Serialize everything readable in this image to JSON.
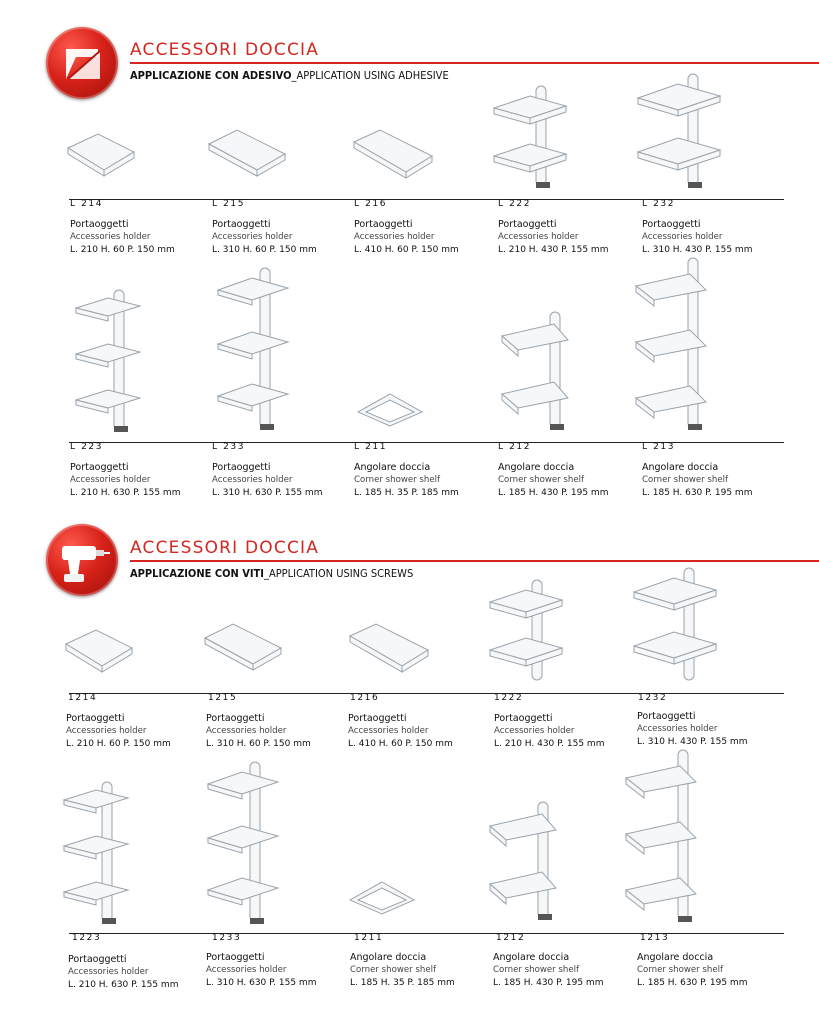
{
  "sections": [
    {
      "title": "ACCESSORI DOCCIA",
      "subtitle_bold": "APPLICAZIONE CON ADESIVO",
      "subtitle_rest": "_APPLICATION USING ADHESIVE",
      "icon": "adhesive-icon",
      "rows": [
        [
          {
            "code": "L 214",
            "it": "Portaoggetti",
            "en": "Accessories holder",
            "dims": "L. 210 H. 60 P. 150 mm",
            "image": "tray-small"
          },
          {
            "code": "L 215",
            "it": "Portaoggetti",
            "en": "Accessories holder",
            "dims": "L. 310 H. 60 P. 150 mm",
            "image": "tray-medium"
          },
          {
            "code": "L 216",
            "it": "Portaoggetti",
            "en": "Accessories holder",
            "dims": "L. 410 H. 60 P. 150 mm",
            "image": "tray-large"
          },
          {
            "code": "L 222",
            "it": "Portaoggetti",
            "en": "Accessories holder",
            "dims": " L. 210 H. 430 P. 155 mm",
            "image": "double-shelf"
          },
          {
            "code": "L 232",
            "it": "Portaoggetti",
            "en": "Accessories holder",
            "dims": "L. 310 H. 430 P. 155 mm",
            "image": "double-shelf-wide"
          }
        ],
        [
          {
            "code": "L 223",
            "it": "Portaoggetti",
            "en": "Accessories holder",
            "dims": "L. 210 H. 630 P. 155 mm",
            "image": "triple-shelf"
          },
          {
            "code": "L 233",
            "it": "Portaoggetti",
            "en": "Accessories holder",
            "dims": " L. 310 H. 630 P. 155 mm",
            "image": "triple-shelf-wide"
          },
          {
            "code": "L 211",
            "it": "Angolare doccia",
            "en": "Corner shower shelf",
            "dims": "L. 185  H. 35  P. 185 mm",
            "image": "corner-single"
          },
          {
            "code": "L 212",
            "it": "Angolare doccia",
            "en": "Corner shower shelf",
            "dims": "L. 185  H. 430  P. 195 mm",
            "image": "corner-double"
          },
          {
            "code": "L 213",
            "it": "Angolare doccia",
            "en": "Corner shower shelf",
            "dims": "L. 185  H. 630  P. 195 mm",
            "image": "corner-triple"
          }
        ]
      ]
    },
    {
      "title": "ACCESSORI DOCCIA",
      "subtitle_bold": "APPLICAZIONE CON VITI",
      "subtitle_rest": "_APPLICATION USING SCREWS",
      "icon": "drill-icon",
      "rows": [
        [
          {
            "code": "1214",
            "it": "Portaoggetti",
            "en": "Accessories holder",
            "dims": "L. 210  H. 60  P. 150 mm",
            "image": "tray-small"
          },
          {
            "code": "1215",
            "it": "Portaoggetti",
            "en": "Accessories holder",
            "dims": "L. 310  H. 60  P. 150 mm",
            "image": "tray-medium"
          },
          {
            "code": "1216",
            "it": "Portaoggetti",
            "en": "Accessories holder",
            "dims": "L. 410  H. 60  P. 150 mm",
            "image": "tray-large"
          },
          {
            "code": "1222",
            "it": "Portaoggetti",
            "en": "Accessories holder",
            "dims": "L. 210  H. 430  P. 155 mm",
            "image": "double-shelf"
          },
          {
            "code": "1232",
            "it": "Portaoggetti",
            "en": "Accessories holder",
            "dims": "L. 310  H. 430  P. 155 mm",
            "image": "double-shelf-wide"
          }
        ],
        [
          {
            "code": "1223",
            "it": "Portaoggetti",
            "en": "Accessories holder",
            "dims": "L. 210  H. 630  P. 155 mm",
            "image": "triple-shelf"
          },
          {
            "code": "1233",
            "it": "Portaoggetti",
            "en": "Accessories holder",
            "dims": "L. 310  H. 630  P. 155 mm",
            "image": "triple-shelf-wide"
          },
          {
            "code": "1211",
            "it": "Angolare doccia",
            "en": "Corner shower shelf",
            "dims": "L. 185  H. 35  P. 185 mm",
            "image": "corner-single"
          },
          {
            "code": "1212",
            "it": "Angolare doccia",
            "en": "Corner shower shelf",
            "dims": "L. 185  H. 430  P. 195 mm",
            "image": "corner-double"
          },
          {
            "code": "1213",
            "it": "Angolare doccia",
            "en": "Corner shower shelf",
            "dims": "L. 185  H. 630  P. 195 mm",
            "image": "corner-triple"
          }
        ]
      ]
    }
  ],
  "colors": {
    "accent": "#d3271f",
    "rule": "#222222"
  }
}
